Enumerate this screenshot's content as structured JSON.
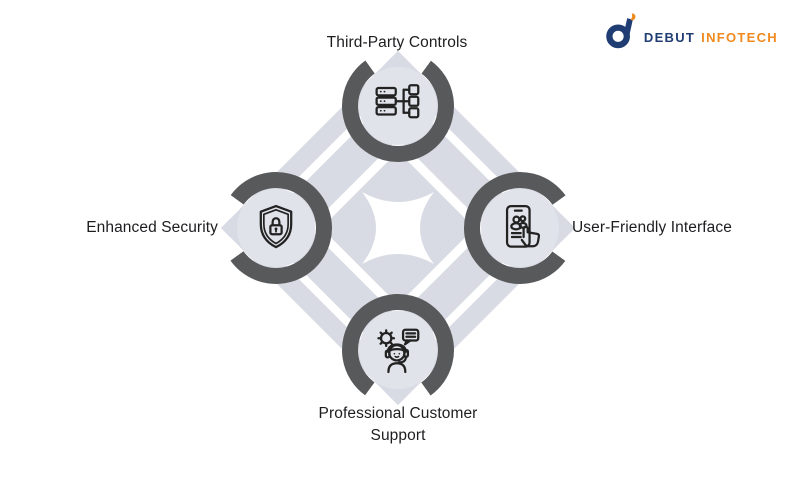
{
  "page": {
    "background": "#ffffff"
  },
  "logo": {
    "brand_first": "DEBUT",
    "brand_second": "INFOTECH",
    "navy_color": "#1f3d73",
    "orange_color": "#f08a1f"
  },
  "diagram": {
    "type": "feature-diamond-infographic",
    "colors": {
      "diamond_fill": "#d8dbe3",
      "circle_fill": "#e0e3e9",
      "arc_color": "#58595b",
      "icon_stroke": "#222222",
      "label_color": "#1d1d20",
      "center_star": "#ffffff"
    },
    "features": [
      {
        "position": "top",
        "label": "Third-Party Controls",
        "icon": "network-hierarchy-icon"
      },
      {
        "position": "right",
        "label": "User-Friendly Interface",
        "icon": "mobile-touch-icon"
      },
      {
        "position": "bottom",
        "label": "Professional Customer Support",
        "icon": "customer-support-agent-icon"
      },
      {
        "position": "left",
        "label": "Enhanced Security",
        "icon": "shield-lock-icon"
      }
    ]
  }
}
